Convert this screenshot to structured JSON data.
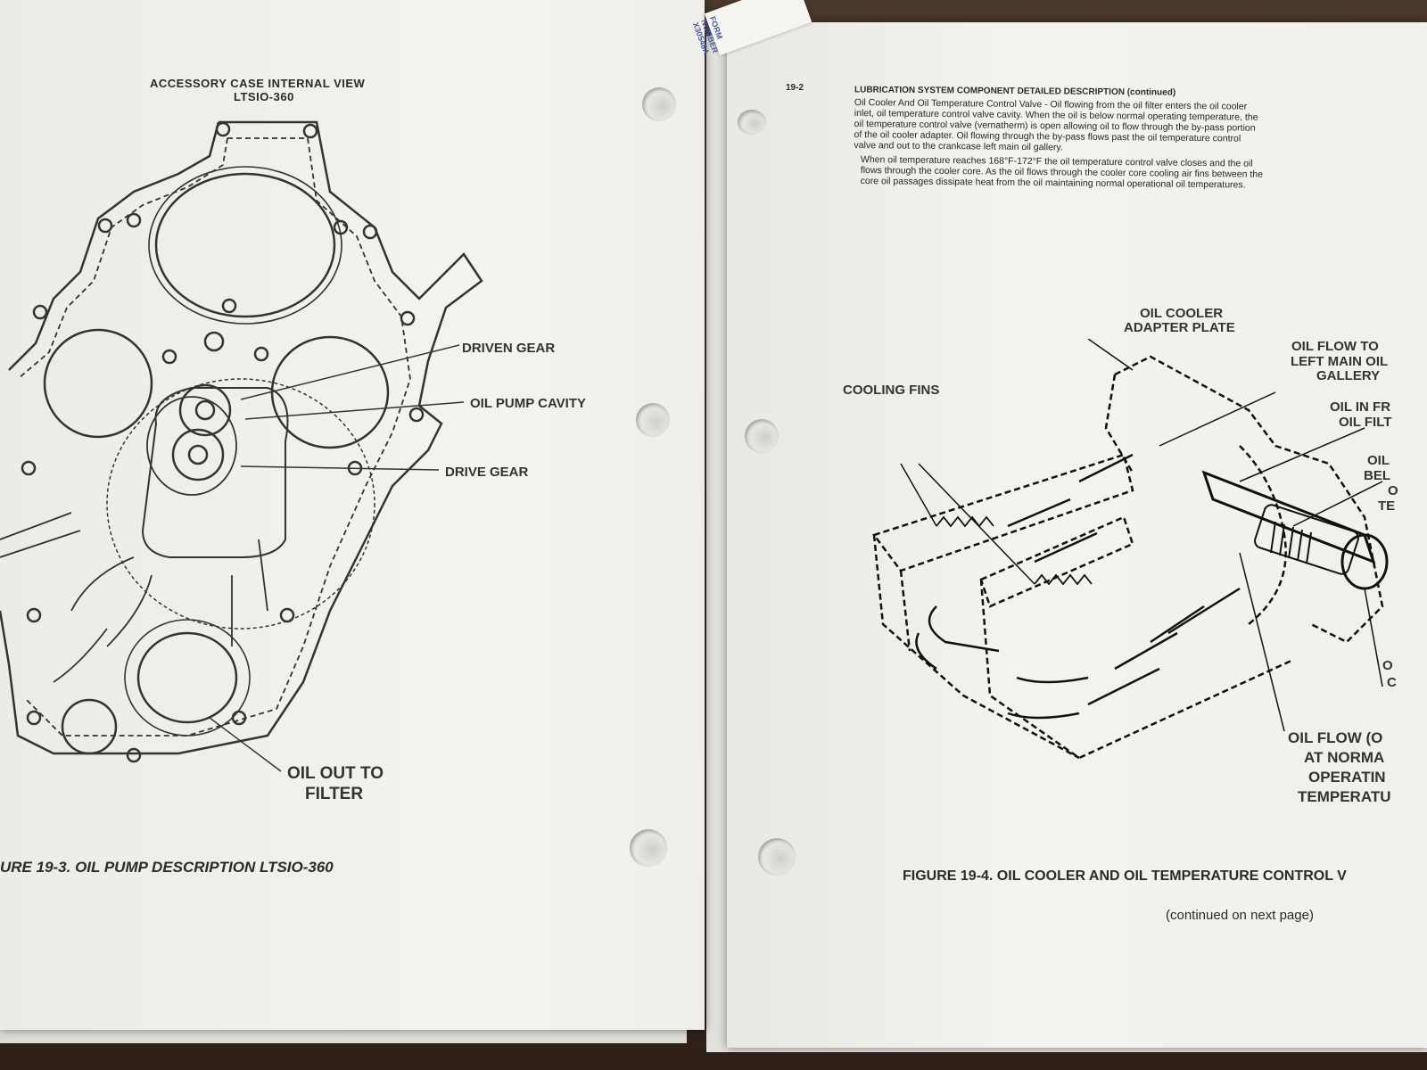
{
  "left_page": {
    "title_line1": "ACCESSORY CASE INTERNAL VIEW",
    "title_line2": "LTSIO-360",
    "labels": {
      "driven_gear": "DRIVEN GEAR",
      "oil_pump_cavity": "OIL PUMP CAVITY",
      "drive_gear": "DRIVE GEAR",
      "oil_out_line1": "OIL OUT TO",
      "oil_out_line2": "FILTER"
    },
    "caption": "URE 19-3. OIL PUMP DESCRIPTION LTSIO-360"
  },
  "right_page": {
    "page_number": "19-2",
    "section_title": "LUBRICATION SYSTEM COMPONENT DETAILED DESCRIPTION (continued)",
    "paragraph1": [
      "Oil Cooler And Oil Temperature Control Valve - Oil flowing from the oil filter enters the oil cooler",
      "inlet, oil temperature control valve cavity. When the oil is below normal operating temperature, the",
      "oil temperature control valve (vernatherm) is open allowing oil to flow through the by-pass portion",
      "of the oil cooler adapter. Oil flowing through the by-pass flows past the oil temperature control",
      "valve and out to the crankcase left main oil gallery."
    ],
    "paragraph2": [
      "When oil temperature reaches 168°F-172°F the oil temperature control valve closes and the oil",
      "flows through the cooler core. As the oil flows through the cooler core cooling air fins between the",
      "core oil passages dissipate heat from the oil maintaining normal operational oil temperatures."
    ],
    "labels": {
      "adapter_line1": "OIL COOLER",
      "adapter_line2": "ADAPTER PLATE",
      "cooling_fins": "COOLING FINS",
      "flow_left_line1": "OIL FLOW TO",
      "flow_left_line2": "LEFT MAIN OIL",
      "flow_left_line3": "GALLERY",
      "oil_in_line1": "OIL IN FR",
      "oil_in_line2": "OIL FILT",
      "oil_bel_line1": "OIL",
      "oil_bel_line2": "BEL",
      "oil_bel_line3": "O",
      "oil_bel_line4": "TE",
      "oil_o_line1": "O",
      "oil_o_line2": "C",
      "flow_normal_line1": "OIL FLOW (O",
      "flow_normal_line2": "AT NORMA",
      "flow_normal_line3": "OPERATIN",
      "flow_normal_line4": "TEMPERATU"
    },
    "caption": "FIGURE 19-4. OIL COOLER AND OIL TEMPERATURE CONTROL V",
    "continued": "(continued on next page)"
  },
  "tab": {
    "line1": "FORM",
    "line2": "NUMBER",
    "line3": "X30548A"
  }
}
